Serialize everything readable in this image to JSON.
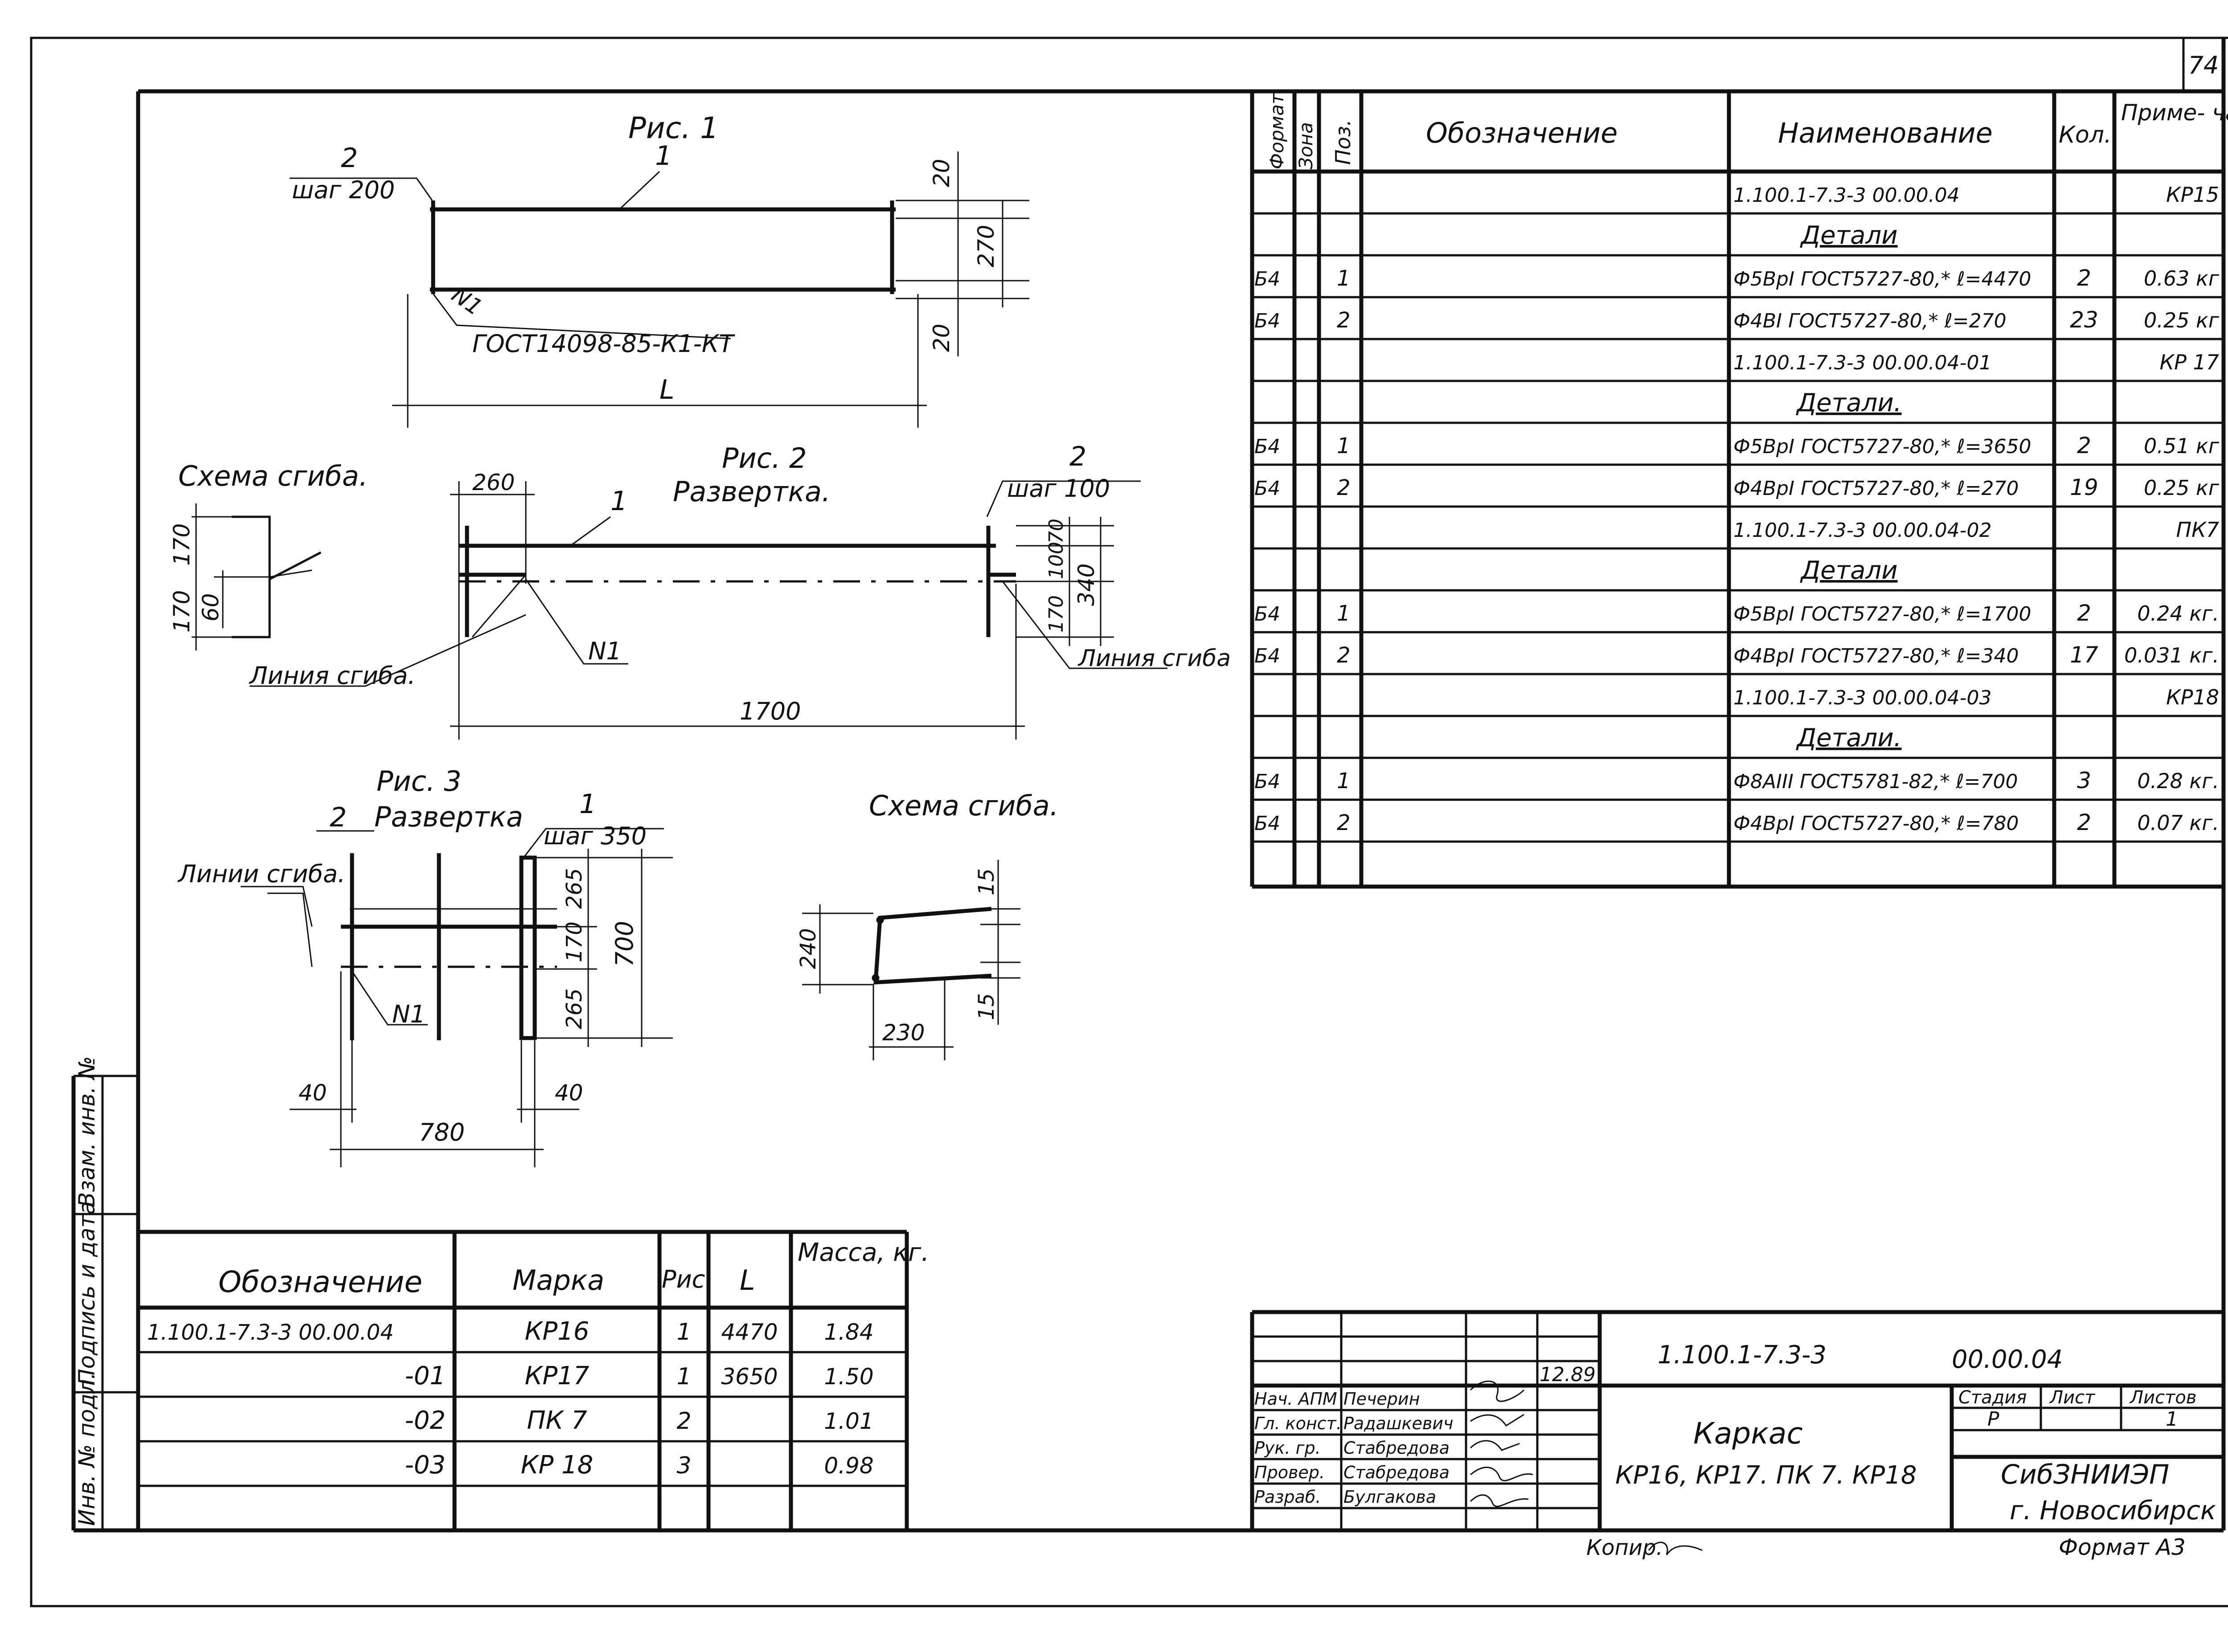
{
  "sheet_number": "74",
  "figures": {
    "fig1": {
      "title": "Рис. 1",
      "pos1": "1",
      "pos2": "2",
      "step": "шаг 200",
      "weld": "N1",
      "gost": "ГОСТ14098-85-К1-КТ",
      "dim_top": "20",
      "dim_height": "270",
      "dim_bottom": "20",
      "dim_length": "L"
    },
    "bend1": {
      "title": "Схема сгиба.",
      "dim_a": "170",
      "dim_b": "170",
      "dim_c": "60"
    },
    "fig2": {
      "title": "Рис. 2",
      "subtitle": "Развертка.",
      "pos1": "1",
      "pos2": "2",
      "step": "шаг 100",
      "dim_start": "260",
      "dim_a": "100",
      "dim_b": "70",
      "dim_c": "170",
      "dim_total": "340",
      "dim_length": "1700",
      "weld": "N1",
      "bend_left": "Линия сгиба.",
      "bend_right": "Линия сгиба"
    },
    "fig3": {
      "title": "Рис. 3",
      "subtitle": "Развертка",
      "pos1": "1",
      "pos2": "2",
      "step": "шаг 350",
      "bend_lines": "Линии сгиба.",
      "dim_a": "265",
      "dim_b": "170",
      "dim_c": "265",
      "dim_total": "700",
      "dim_left": "40",
      "dim_right": "40",
      "dim_length": "780",
      "weld": "N1"
    },
    "bend3": {
      "title": "Схема сгиба.",
      "dim_top": "15",
      "dim_height": "240",
      "dim_bottom": "15",
      "dim_width": "230"
    }
  },
  "spec": {
    "headers": [
      "Формат",
      "Зона",
      "Поз.",
      "Обозначение",
      "Наименование",
      "Кол.",
      "Приме- чание."
    ],
    "rows": [
      {
        "format": "",
        "zone": "",
        "pos": "",
        "designation": "",
        "name": "1.100.1-7.3-3   00.00.04",
        "qty": "",
        "note": "КР15"
      },
      {
        "format": "",
        "zone": "",
        "pos": "",
        "designation": "",
        "name": "Детали",
        "qty": "",
        "note": ""
      },
      {
        "format": "Б4",
        "zone": "",
        "pos": "1",
        "designation": "",
        "name": "Ф5ВрI ГОСТ5727-80,* ℓ=4470",
        "qty": "2",
        "note": "0.63 кг"
      },
      {
        "format": "Б4",
        "zone": "",
        "pos": "2",
        "designation": "",
        "name": "Ф4ВI ГОСТ5727-80,* ℓ=270",
        "qty": "23",
        "note": "0.25 кг"
      },
      {
        "format": "",
        "zone": "",
        "pos": "",
        "designation": "",
        "name": "1.100.1-7.3-3   00.00.04-01",
        "qty": "",
        "note": "КР 17"
      },
      {
        "format": "",
        "zone": "",
        "pos": "",
        "designation": "",
        "name": "Детали.",
        "qty": "",
        "note": ""
      },
      {
        "format": "Б4",
        "zone": "",
        "pos": "1",
        "designation": "",
        "name": "Ф5ВрI ГОСТ5727-80,* ℓ=3650",
        "qty": "2",
        "note": "0.51 кг"
      },
      {
        "format": "Б4",
        "zone": "",
        "pos": "2",
        "designation": "",
        "name": "Ф4ВрI ГОСТ5727-80,* ℓ=270",
        "qty": "19",
        "note": "0.25 кг"
      },
      {
        "format": "",
        "zone": "",
        "pos": "",
        "designation": "",
        "name": "1.100.1-7.3-3   00.00.04-02",
        "qty": "",
        "note": "ПК7"
      },
      {
        "format": "",
        "zone": "",
        "pos": "",
        "designation": "",
        "name": "Детали",
        "qty": "",
        "note": ""
      },
      {
        "format": "Б4",
        "zone": "",
        "pos": "1",
        "designation": "",
        "name": "Ф5ВрI ГОСТ5727-80,* ℓ=1700",
        "qty": "2",
        "note": "0.24 кг."
      },
      {
        "format": "Б4",
        "zone": "",
        "pos": "2",
        "designation": "",
        "name": "Ф4ВрI ГОСТ5727-80,* ℓ=340",
        "qty": "17",
        "note": "0.031 кг."
      },
      {
        "format": "",
        "zone": "",
        "pos": "",
        "designation": "",
        "name": "1.100.1-7.3-3   00.00.04-03",
        "qty": "",
        "note": "КР18"
      },
      {
        "format": "",
        "zone": "",
        "pos": "",
        "designation": "",
        "name": "Детали.",
        "qty": "",
        "note": ""
      },
      {
        "format": "Б4",
        "zone": "",
        "pos": "1",
        "designation": "",
        "name": "Ф8АIII ГОСТ5781-82,* ℓ=700",
        "qty": "3",
        "note": "0.28 кг."
      },
      {
        "format": "Б4",
        "zone": "",
        "pos": "2",
        "designation": "",
        "name": "Ф4ВрI ГОСТ5727-80,* ℓ=780",
        "qty": "2",
        "note": "0.07 кг."
      },
      {
        "format": "",
        "zone": "",
        "pos": "",
        "designation": "",
        "name": "",
        "qty": "",
        "note": ""
      }
    ]
  },
  "marks_table": {
    "headers": [
      "Обозначение",
      "Марка",
      "Рис",
      "L",
      "Масса, кг."
    ],
    "rows": [
      {
        "designation": "1.100.1-7.3-3   00.00.04",
        "mark": "КР16",
        "fig": "1",
        "length": "4470",
        "mass": "1.84"
      },
      {
        "designation": "-01",
        "mark": "КР17",
        "fig": "1",
        "length": "3650",
        "mass": "1.50"
      },
      {
        "designation": "-02",
        "mark": "ПК 7",
        "fig": "2",
        "length": "",
        "mass": "1.01"
      },
      {
        "designation": "-03",
        "mark": "КР 18",
        "fig": "3",
        "length": "",
        "mass": "0.98"
      },
      {
        "designation": "",
        "mark": "",
        "fig": "",
        "length": "",
        "mass": ""
      }
    ]
  },
  "side_strip": {
    "inv_orig": "Инв. № подл.",
    "sign_date": "Подпись и дата",
    "inv_repl": "Взам. инв. №"
  },
  "title_block": {
    "code": "1.100.1-7.3-3",
    "code_suffix": "00.00.04",
    "date": "12.89",
    "name": "Каркас",
    "marks": "КР16, КР17. ПК 7. КР18",
    "stage_label": "Стадия",
    "sheet_label": "Лист",
    "sheets_label": "Листов",
    "stage": "Р",
    "sheet": "",
    "sheets": "1",
    "org": "СибЗНИИЭП",
    "city": "г. Новосибирск",
    "copied": "Копир.",
    "format": "Формат А3",
    "roles": [
      {
        "role": "Нач. АПМ",
        "person": "Печерин"
      },
      {
        "role": "Гл. конст.",
        "person": "Радашкевич"
      },
      {
        "role": "Рук. гр.",
        "person": "Стабредова"
      },
      {
        "role": "Провер.",
        "person": "Стабредова"
      },
      {
        "role": "Разраб.",
        "person": "Булгакова"
      }
    ]
  }
}
